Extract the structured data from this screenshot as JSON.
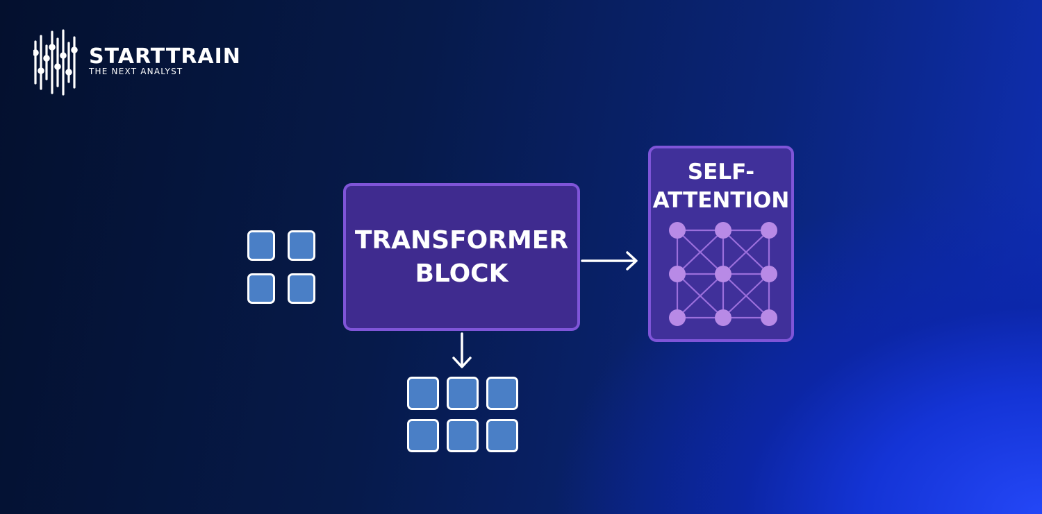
{
  "brand": {
    "name": "STARTTRAIN",
    "tagline": "THE NEXT ANALYST"
  },
  "diagram": {
    "transformer_block": {
      "label_line1": "TRANSFORMER",
      "label_line2": "BLOCK"
    },
    "self_attention": {
      "label_line1": "SELF-",
      "label_line2": "ATTENTION",
      "node_grid": [
        3,
        3
      ]
    },
    "input_tokens": {
      "rows": 2,
      "cols": 2
    },
    "output_tokens": {
      "rows": 2,
      "cols": 3
    }
  },
  "colors": {
    "background_dark": "#04102e",
    "background_bright": "#2447f7",
    "block_fill": "#3f2b8f",
    "block_border": "#7f55d8",
    "token_fill": "#4a7fc6",
    "node_fill": "#b88ae6",
    "edge_color": "#9b6fdc"
  }
}
